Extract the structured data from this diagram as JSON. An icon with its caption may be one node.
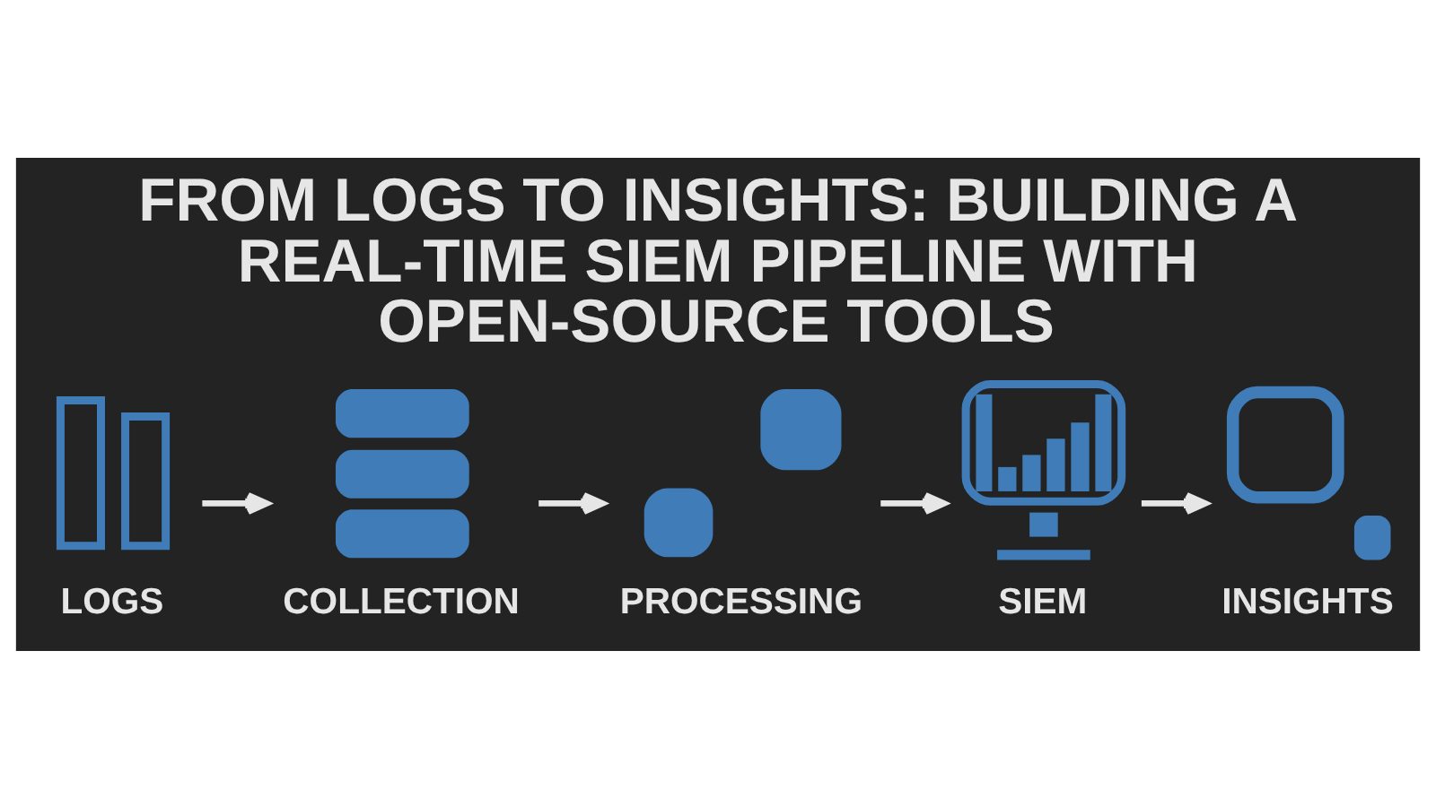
{
  "diagram": {
    "title": "FROM LOGS TO INSIGHTS: BUILDING A REAL-TIME SIEM PIPELINE WITH OPEN-SOURCE TOOLS",
    "nodes": [
      {
        "text": [
          "LOGS"
        ]
      },
      {
        "text": [
          "COLLECTION"
        ]
      },
      {
        "text": [
          "PROCESSING"
        ]
      },
      {
        "text": [
          "SIEM"
        ]
      },
      {
        "text": [
          "INSIGHTS"
        ]
      }
    ],
    "edges": [
      {
        "from": 0,
        "to": 1,
        "arrow": "to"
      },
      {
        "from": 1,
        "to": 2,
        "arrow": "to"
      },
      {
        "from": 2,
        "to": 3,
        "arrow": "to"
      },
      {
        "from": 3,
        "to": 4,
        "arrow": "to"
      }
    ]
  }
}
